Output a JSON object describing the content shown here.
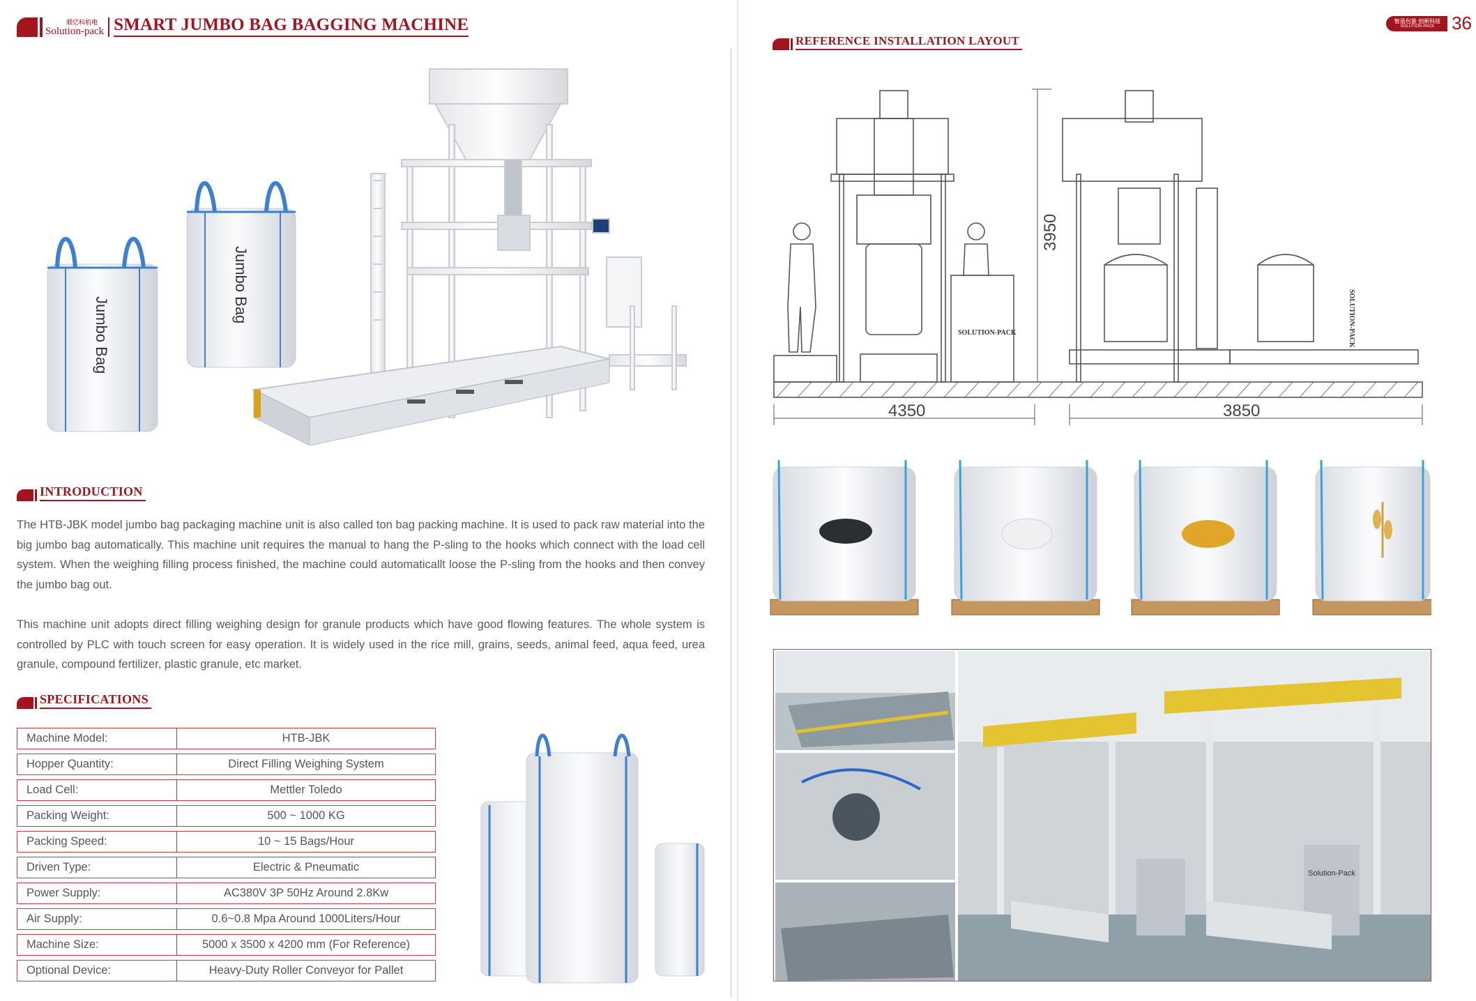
{
  "header": {
    "brand_cn": "顺亿科机电",
    "brand_en": "Solution-pack",
    "title": "SMART JUMBO BAG BAGGING MACHINE"
  },
  "hero": {
    "bag_label_1": "Jumbo Bag",
    "bag_label_2": "Jumbo Bag"
  },
  "introduction": {
    "heading": "INTRODUCTION",
    "paragraph_1": "The HTB-JBK model jumbo bag packaging machine unit is also called ton bag packing machine. It is used to pack raw material into the big jumbo bag automatically. This machine unit requires the manual to hang the P-sling to the hooks which connect with the load cell system. When the weighing filling process finished, the machine could automaticallt loose the P-sling from the hooks and then convey the jumbo bag out.",
    "paragraph_2": "This machine unit adopts direct filling weighing design for granule products which have good flowing features. The whole system is controlled by PLC with touch screen for easy operation. It is widely used in the rice mill, grains, seeds, animal feed, aqua feed, urea granule, compound fertilizer, plastic granule, etc market."
  },
  "specifications": {
    "heading": "SPECIFICATIONS",
    "rows": [
      {
        "key": "Machine Model:",
        "value": "HTB-JBK"
      },
      {
        "key": "Hopper Quantity:",
        "value": "Direct Filling Weighing System"
      },
      {
        "key": "Load Cell:",
        "value": "Mettler Toledo"
      },
      {
        "key": "Packing Weight:",
        "value": "500 ~ 1000 KG"
      },
      {
        "key": "Packing Speed:",
        "value": "10 ~ 15 Bags/Hour"
      },
      {
        "key": "Driven Type:",
        "value": "Electric & Pneumatic"
      },
      {
        "key": "Power Supply:",
        "value": "AC380V 3P 50Hz Around 2.8Kw"
      },
      {
        "key": "Air Supply:",
        "value": "0.6~0.8 Mpa Around 1000Liters/Hour"
      },
      {
        "key": "Machine Size:",
        "value": "5000 x 3500 x 4200 mm (For Reference)"
      },
      {
        "key": "Optional Device:",
        "value": "Heavy-Duty Roller Conveyor for Pallet"
      }
    ]
  },
  "right_page": {
    "page_pill_cn": "智造包装 创新科技",
    "page_pill_en": "SOLUTION-PACK",
    "page_number": "36",
    "layout_heading": "REFERENCE INSTALLATION LAYOUT",
    "dim_height": "3950",
    "dim_width_left": "4350",
    "dim_width_right": "3850",
    "cabinet_label": "SOLUTION-PACK",
    "side_label": "SOLUTION-PACK",
    "photo_logo": "Solution-Pack"
  },
  "colors": {
    "brand_red": "#a4141f",
    "table_border": "#c43a45",
    "bag_strap_blue": "#3d7fd0"
  }
}
